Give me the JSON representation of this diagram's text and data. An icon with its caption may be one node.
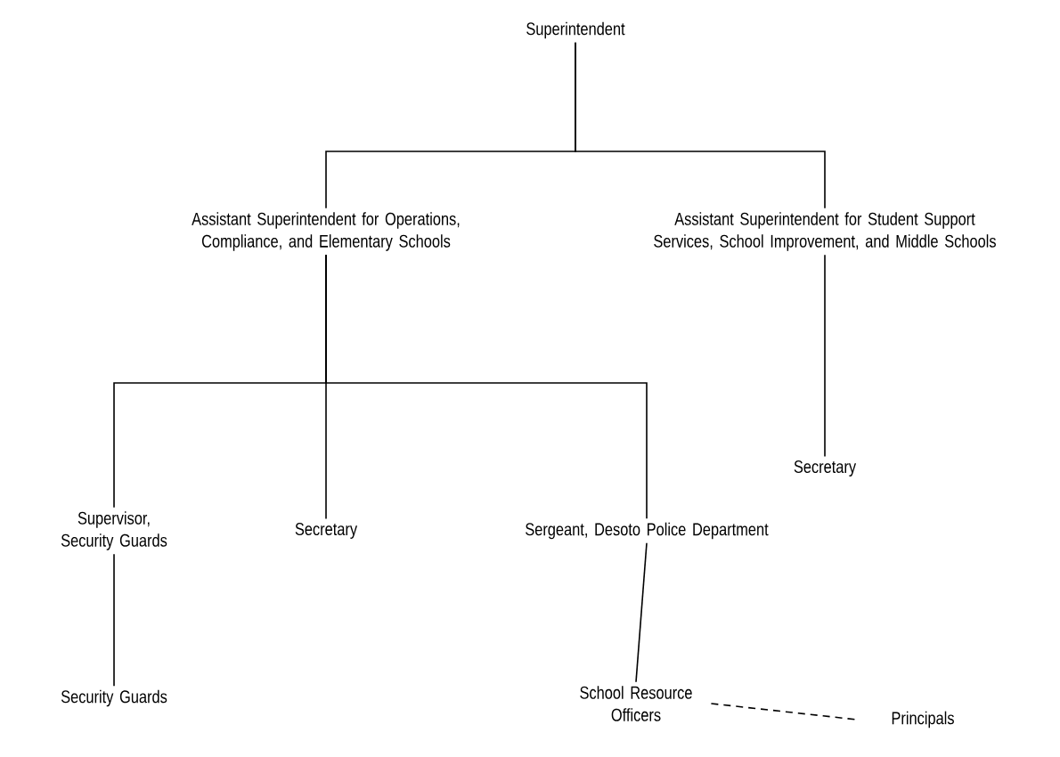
{
  "diagram": {
    "nodes": [
      {
        "text": [
          "Superintendent"
        ]
      },
      {
        "text": [
          "Assistant Superintendent for Operations, Compliance, and Elementary Schools"
        ]
      },
      {
        "text": [
          "Assistant Superintendent for Student Support Services, School Improvement, and Middle Schools"
        ]
      },
      {
        "text": [
          "Secretary"
        ]
      },
      {
        "text": [
          "Supervisor, Security Guards"
        ]
      },
      {
        "text": [
          "Secretary"
        ]
      },
      {
        "text": [
          "Sergeant, Desoto Police Department"
        ]
      },
      {
        "text": [
          "Security Guards"
        ]
      },
      {
        "text": [
          "School Resource Officers"
        ]
      },
      {
        "text": [
          "Principals"
        ]
      }
    ],
    "edges": [
      {
        "from": 0,
        "to": 1,
        "arrow": "none"
      },
      {
        "from": 0,
        "to": 2,
        "arrow": "none"
      },
      {
        "from": 2,
        "to": 3,
        "arrow": "none"
      },
      {
        "from": 1,
        "to": 4,
        "arrow": "none"
      },
      {
        "from": 1,
        "to": 5,
        "arrow": "none"
      },
      {
        "from": 1,
        "to": 6,
        "arrow": "none"
      },
      {
        "from": 4,
        "to": 7,
        "arrow": "none"
      },
      {
        "from": 6,
        "to": 8,
        "arrow": "none"
      },
      {
        "from": 8,
        "to": 9,
        "arrow": "none",
        "style": "dashed"
      }
    ]
  }
}
